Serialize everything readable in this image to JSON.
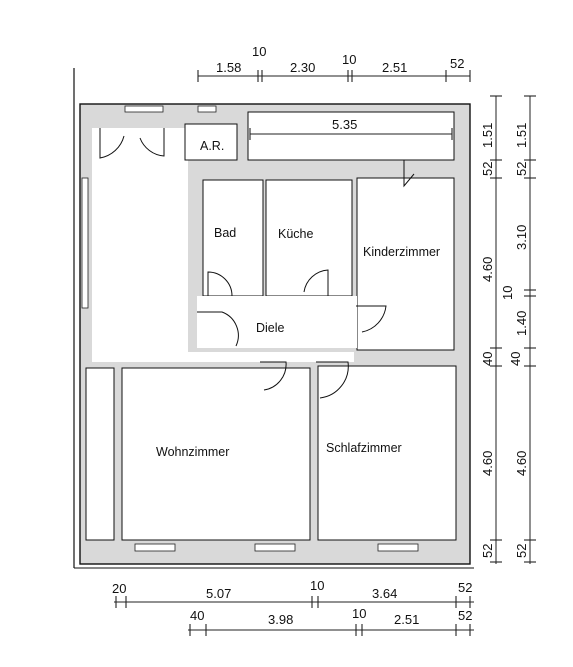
{
  "rooms": {
    "ar": "A.R.",
    "bad": "Bad",
    "kueche": "Küche",
    "kinderzimmer": "Kinderzimmer",
    "diele": "Diele",
    "wohnzimmer": "Wohnzimmer",
    "schlafzimmer": "Schlafzimmer",
    "kitchen_width": "5.35"
  },
  "top_dims": [
    "1.58",
    "10",
    "2.30",
    "10",
    "2.51",
    "52"
  ],
  "right_inner_dims": [
    "1.51",
    "52",
    "4.60",
    "40",
    "4.60",
    "52"
  ],
  "right_outer_dims": [
    "1.51",
    "52",
    "3.10",
    "10",
    "1.40",
    "40",
    "4.60",
    "52"
  ],
  "bottom_row1_dims": [
    "20",
    "5.07",
    "10",
    "3.64",
    "52"
  ],
  "bottom_row2_dims": [
    "40",
    "3.98",
    "10",
    "2.51",
    "52"
  ]
}
